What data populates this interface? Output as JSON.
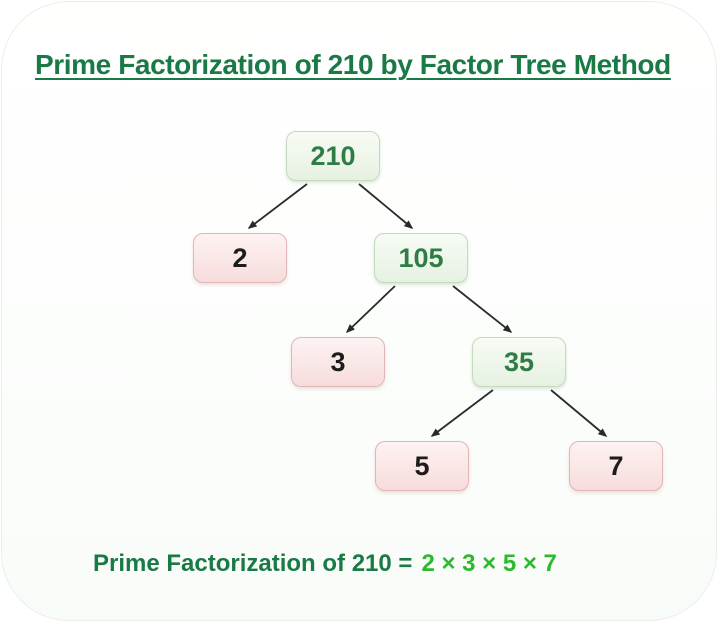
{
  "title": "Prime Factorization of 210 by Factor Tree Method",
  "tree": {
    "nodes": [
      {
        "label": "210",
        "type": "composite"
      },
      {
        "label": "2",
        "type": "prime"
      },
      {
        "label": "105",
        "type": "composite"
      },
      {
        "label": "3",
        "type": "prime"
      },
      {
        "label": "35",
        "type": "composite"
      },
      {
        "label": "5",
        "type": "prime"
      },
      {
        "label": "7",
        "type": "prime"
      }
    ],
    "edges": [
      {
        "from": "210",
        "to": "2"
      },
      {
        "from": "210",
        "to": "105"
      },
      {
        "from": "105",
        "to": "3"
      },
      {
        "from": "105",
        "to": "35"
      },
      {
        "from": "35",
        "to": "5"
      },
      {
        "from": "35",
        "to": "7"
      }
    ]
  },
  "result": {
    "prefix": "Prime Factorization of 210 =",
    "factors": "2 × 3 × 5 × 7"
  },
  "colors": {
    "title_green": "#1a7a46",
    "factors_green": "#2eb82e",
    "composite_node_fill": "#eef6ea",
    "composite_node_border": "#c3dabd",
    "composite_node_text": "#2e7d46",
    "prime_node_fill": "#fae6e6",
    "prime_node_border": "#e2b6b6",
    "prime_node_text": "#1c1c1c",
    "arrow": "#2a2a2a"
  }
}
